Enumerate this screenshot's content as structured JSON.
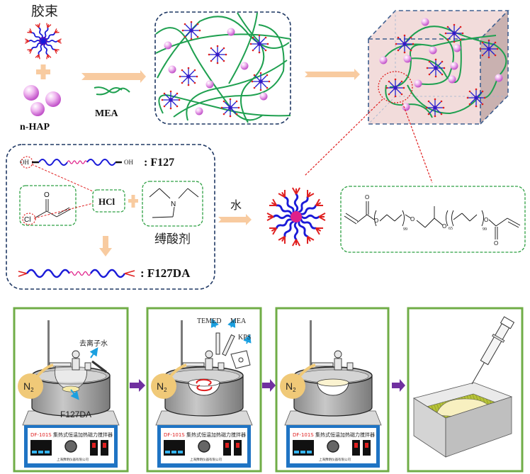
{
  "top_row": {
    "micelle_label": "胶束",
    "nhap_label": "n-HAP",
    "mea_label": "MEA"
  },
  "reaction_box": {
    "f127_label": ": F127",
    "oh_left": "OH",
    "oh_right": "OH",
    "carbonyl_o": "O",
    "cl_label": "Cl",
    "hcl_label": "HCl",
    "amine_n": "N",
    "acid_binder_label": "缚酸剂",
    "f127da_label": ": F127DA"
  },
  "water_label": "水",
  "structure_formula": {
    "o_top": "O",
    "o_bottom": "O",
    "ester_o_left": "O",
    "ether_o_1": "O",
    "ether_o_2": "O",
    "ester_o_right": "O",
    "subscript_1": "99",
    "subscript_2": "65",
    "subscript_3": "99"
  },
  "steps": [
    {
      "n2_label": "N",
      "n2_sub": "2",
      "reagent_label": "去离子水",
      "flask_label": "F127DA",
      "device_title_model": "DF-101S",
      "device_title_name": "集热式恒温加热磁力搅拌器",
      "device_maker": "上海豫明仪器有限公司"
    },
    {
      "n2_label": "N",
      "n2_sub": "2",
      "reagent_labels": [
        "TEMED",
        "MEA",
        "KPS"
      ],
      "device_title_model": "DF-101S",
      "device_title_name": "集热式恒温加热磁力搅拌器",
      "device_maker": "上海豫明仪器有限公司"
    },
    {
      "n2_label": "N",
      "n2_sub": "2",
      "device_title_model": "DF-101S",
      "device_title_name": "集热式恒温加热磁力搅拌器",
      "device_maker": "上海豫明仪器有限公司"
    },
    {
      "description": "syringe injecting into mold"
    }
  ],
  "colors": {
    "panel_border": "#70ad47",
    "arrow_peach": "#f8cba0",
    "arrow_purple": "#7030a0",
    "dash_navy": "#1f3864",
    "dash_green": "#2ea043",
    "chain_green": "#1fa050",
    "micelle_blue": "#1a1ad8",
    "micelle_red": "#e02020",
    "core_pink": "#e0208a",
    "sphere_pink": "#e7a0e7",
    "device_blue": "#1f74c4",
    "n2_circle": "#f0c978",
    "cube_fill": "#f2dcdb"
  }
}
